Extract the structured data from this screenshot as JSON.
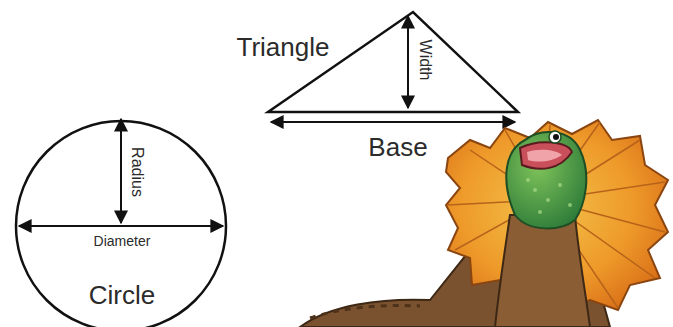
{
  "diagram": {
    "nodes": [
      {
        "text": [
          "Triangle",
          "Width",
          "Base"
        ]
      },
      {
        "text": [
          "Radius",
          "Diameter",
          "Circle"
        ]
      }
    ]
  }
}
